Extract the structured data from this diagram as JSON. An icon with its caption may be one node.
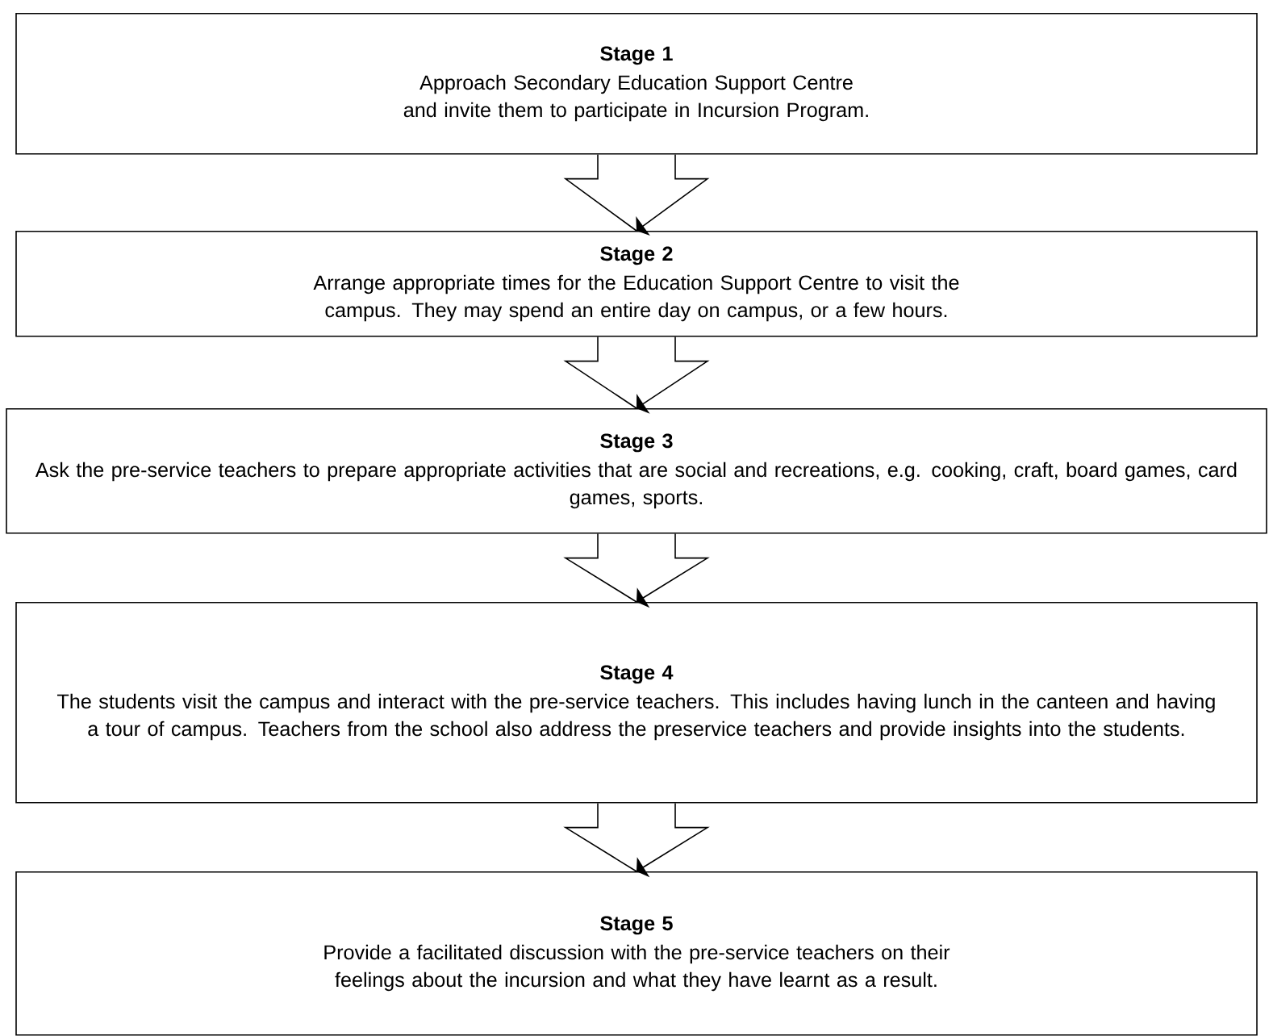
{
  "diagram": {
    "nodes": [
      {
        "text": [
          "Stage 1",
          "Approach Secondary Education Support Centre and invite them to participate in Incursion Program."
        ]
      },
      {
        "text": [
          "Stage 2",
          "Arrange appropriate times for the Education Support Centre to visit the campus. They may spend an entire day on campus, or a few hours."
        ]
      },
      {
        "text": [
          "Stage 3",
          "Ask the pre-service teachers to prepare appropriate activities that are social and recreations, e.g. cooking, craft, board games, card games, sports."
        ]
      },
      {
        "text": [
          "Stage 4",
          "The students visit the campus and interact with the pre-service teachers. This includes having lunch in the canteen and having a tour of campus. Teachers from the school also address the preservice teachers and provide insights into the students."
        ]
      },
      {
        "text": [
          "Stage 5",
          "Provide a facilitated discussion with the pre-service teachers on their feelings about the incursion and what they have learnt as a result."
        ]
      }
    ],
    "edges": [
      {
        "from": 0,
        "to": 1,
        "arrow": "to"
      },
      {
        "from": 1,
        "to": 2,
        "arrow": "to"
      },
      {
        "from": 2,
        "to": 3,
        "arrow": "to"
      },
      {
        "from": 3,
        "to": 4,
        "arrow": "to"
      }
    ]
  }
}
